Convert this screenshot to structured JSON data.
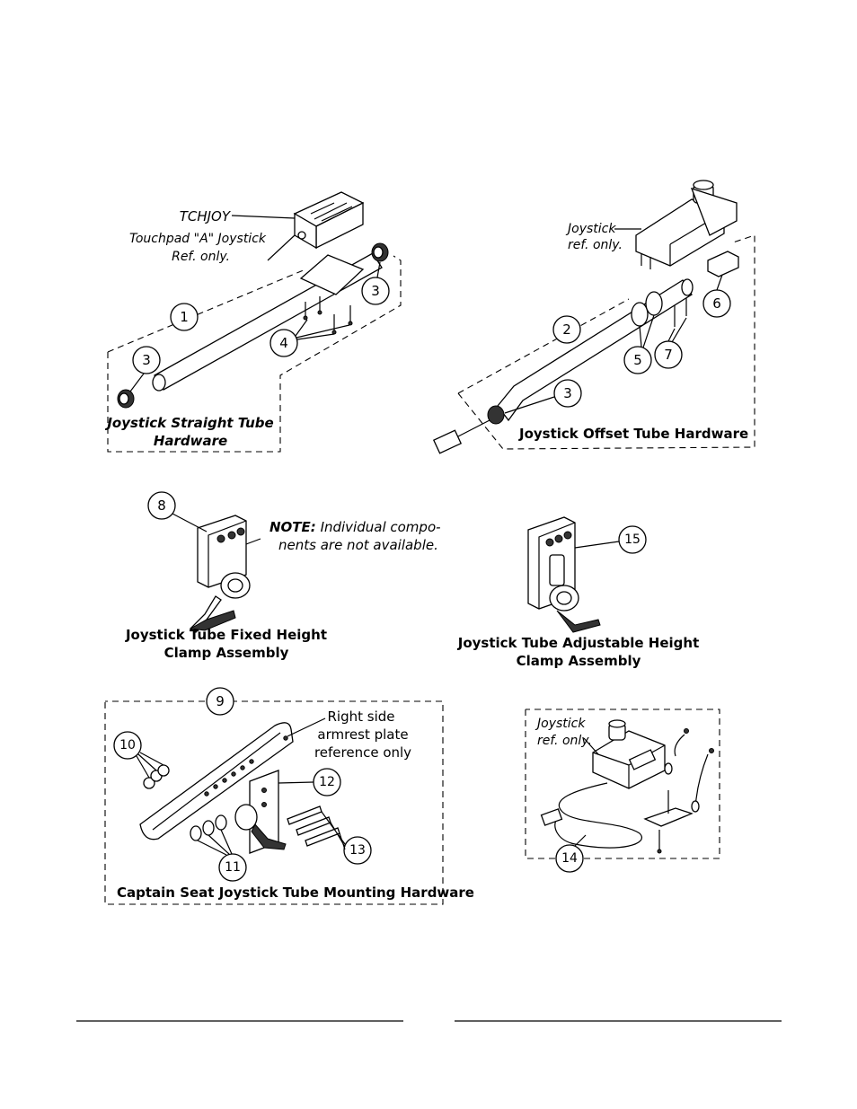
{
  "straight": {
    "callout_tchjoy": "TCHJOY",
    "callout_touchpad": "Touchpad \"A\" Joystick",
    "callout_ref": "Ref. only.",
    "caption_line1": "Joystick Straight Tube",
    "caption_line2": "Hardware",
    "numbers": [
      "1",
      "3",
      "3",
      "4"
    ]
  },
  "offset": {
    "callout_joystick": "Joystick",
    "callout_ref": "ref. only.",
    "caption": "Joystick Offset Tube Hardware",
    "numbers": [
      "2",
      "3",
      "5",
      "6",
      "7"
    ]
  },
  "fixed_clamp": {
    "note_bold": "NOTE:",
    "note_line1": " Individual compo-",
    "note_line2": "nents are not available.",
    "caption_line1": "Joystick Tube Fixed Height",
    "caption_line2": "Clamp Assembly",
    "number": "8"
  },
  "adjustable_clamp": {
    "caption_line1": "Joystick Tube Adjustable Height",
    "caption_line2": "Clamp Assembly",
    "number": "15"
  },
  "captain": {
    "callout_line1": "Right side",
    "callout_line2": "armrest plate",
    "callout_line3": "reference only",
    "caption": "Captain Seat Joystick Tube Mounting Hardware",
    "numbers": [
      "9",
      "10",
      "11",
      "12",
      "13"
    ]
  },
  "mount14": {
    "callout_joystick": "Joystick",
    "callout_ref": "ref. only.",
    "number": "14"
  }
}
